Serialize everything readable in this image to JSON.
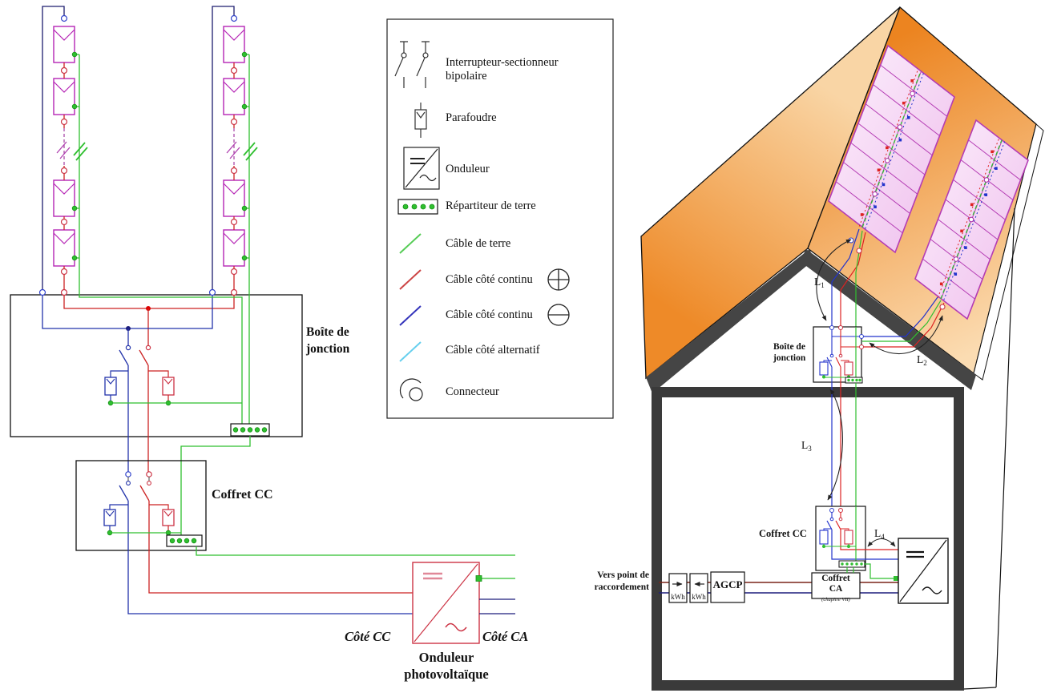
{
  "colors": {
    "earth_green": "#2fbf2f",
    "dc_plus_red": "#cc2222",
    "dc_minus_blue": "#2233aa",
    "ac_cable_cyan": "#66cfee",
    "module_magenta": "#b525b5",
    "inverter_red": "#cc3344",
    "roof_orange": "#ee8a28",
    "panel_pink": "#f3d4f3",
    "wall_gray": "#3a3a3a",
    "ac_phase_maroon": "#7a2418",
    "ac_neutral_navy": "#1c1c7c"
  },
  "left_diagram": {
    "junction_box_label": [
      "Boîte de",
      "jonction"
    ],
    "dc_box_label": "Coffret CC",
    "dc_side_label": "Côté CC",
    "ac_side_label": "Côté CA",
    "inverter_label": [
      "Onduleur",
      "photovoltaïque"
    ]
  },
  "legend": {
    "items": [
      {
        "symbol": "bipolar-switch-icon",
        "label": "Interrupteur-sectionneur bipolaire"
      },
      {
        "symbol": "surge-arrester-icon",
        "label": "Parafoudre"
      },
      {
        "symbol": "inverter-icon",
        "label": "Onduleur"
      },
      {
        "symbol": "earth-busbar-icon",
        "label": "Répartiteur de terre"
      },
      {
        "symbol": "earth-cable-swatch",
        "label": "Câble de terre"
      },
      {
        "symbol": "dc-plus-cable-swatch",
        "label": "Câble côté continu",
        "badge": "plus"
      },
      {
        "symbol": "dc-minus-cable-swatch",
        "label": "Câble côté continu",
        "badge": "minus"
      },
      {
        "symbol": "ac-cable-swatch",
        "label": "Câble côté alternatif"
      },
      {
        "symbol": "connector-icon",
        "label": "Connecteur"
      }
    ]
  },
  "house": {
    "junction_box_label": [
      "Boîte de",
      "jonction"
    ],
    "dc_box_label": "Coffret CC",
    "ac_box_label": [
      "Coffret",
      "CA"
    ],
    "ac_box_sublabel": "(chapitre VII)",
    "agcp_label": "AGCP",
    "export_meter_label": "kWh",
    "import_meter_label": "kWh",
    "grid_connection_label": [
      "Vers point de",
      "raccordement"
    ],
    "cable_runs": [
      {
        "base": "L",
        "sub": "1"
      },
      {
        "base": "L",
        "sub": "2"
      },
      {
        "base": "L",
        "sub": "3"
      },
      {
        "base": "L",
        "sub": "4"
      }
    ]
  }
}
